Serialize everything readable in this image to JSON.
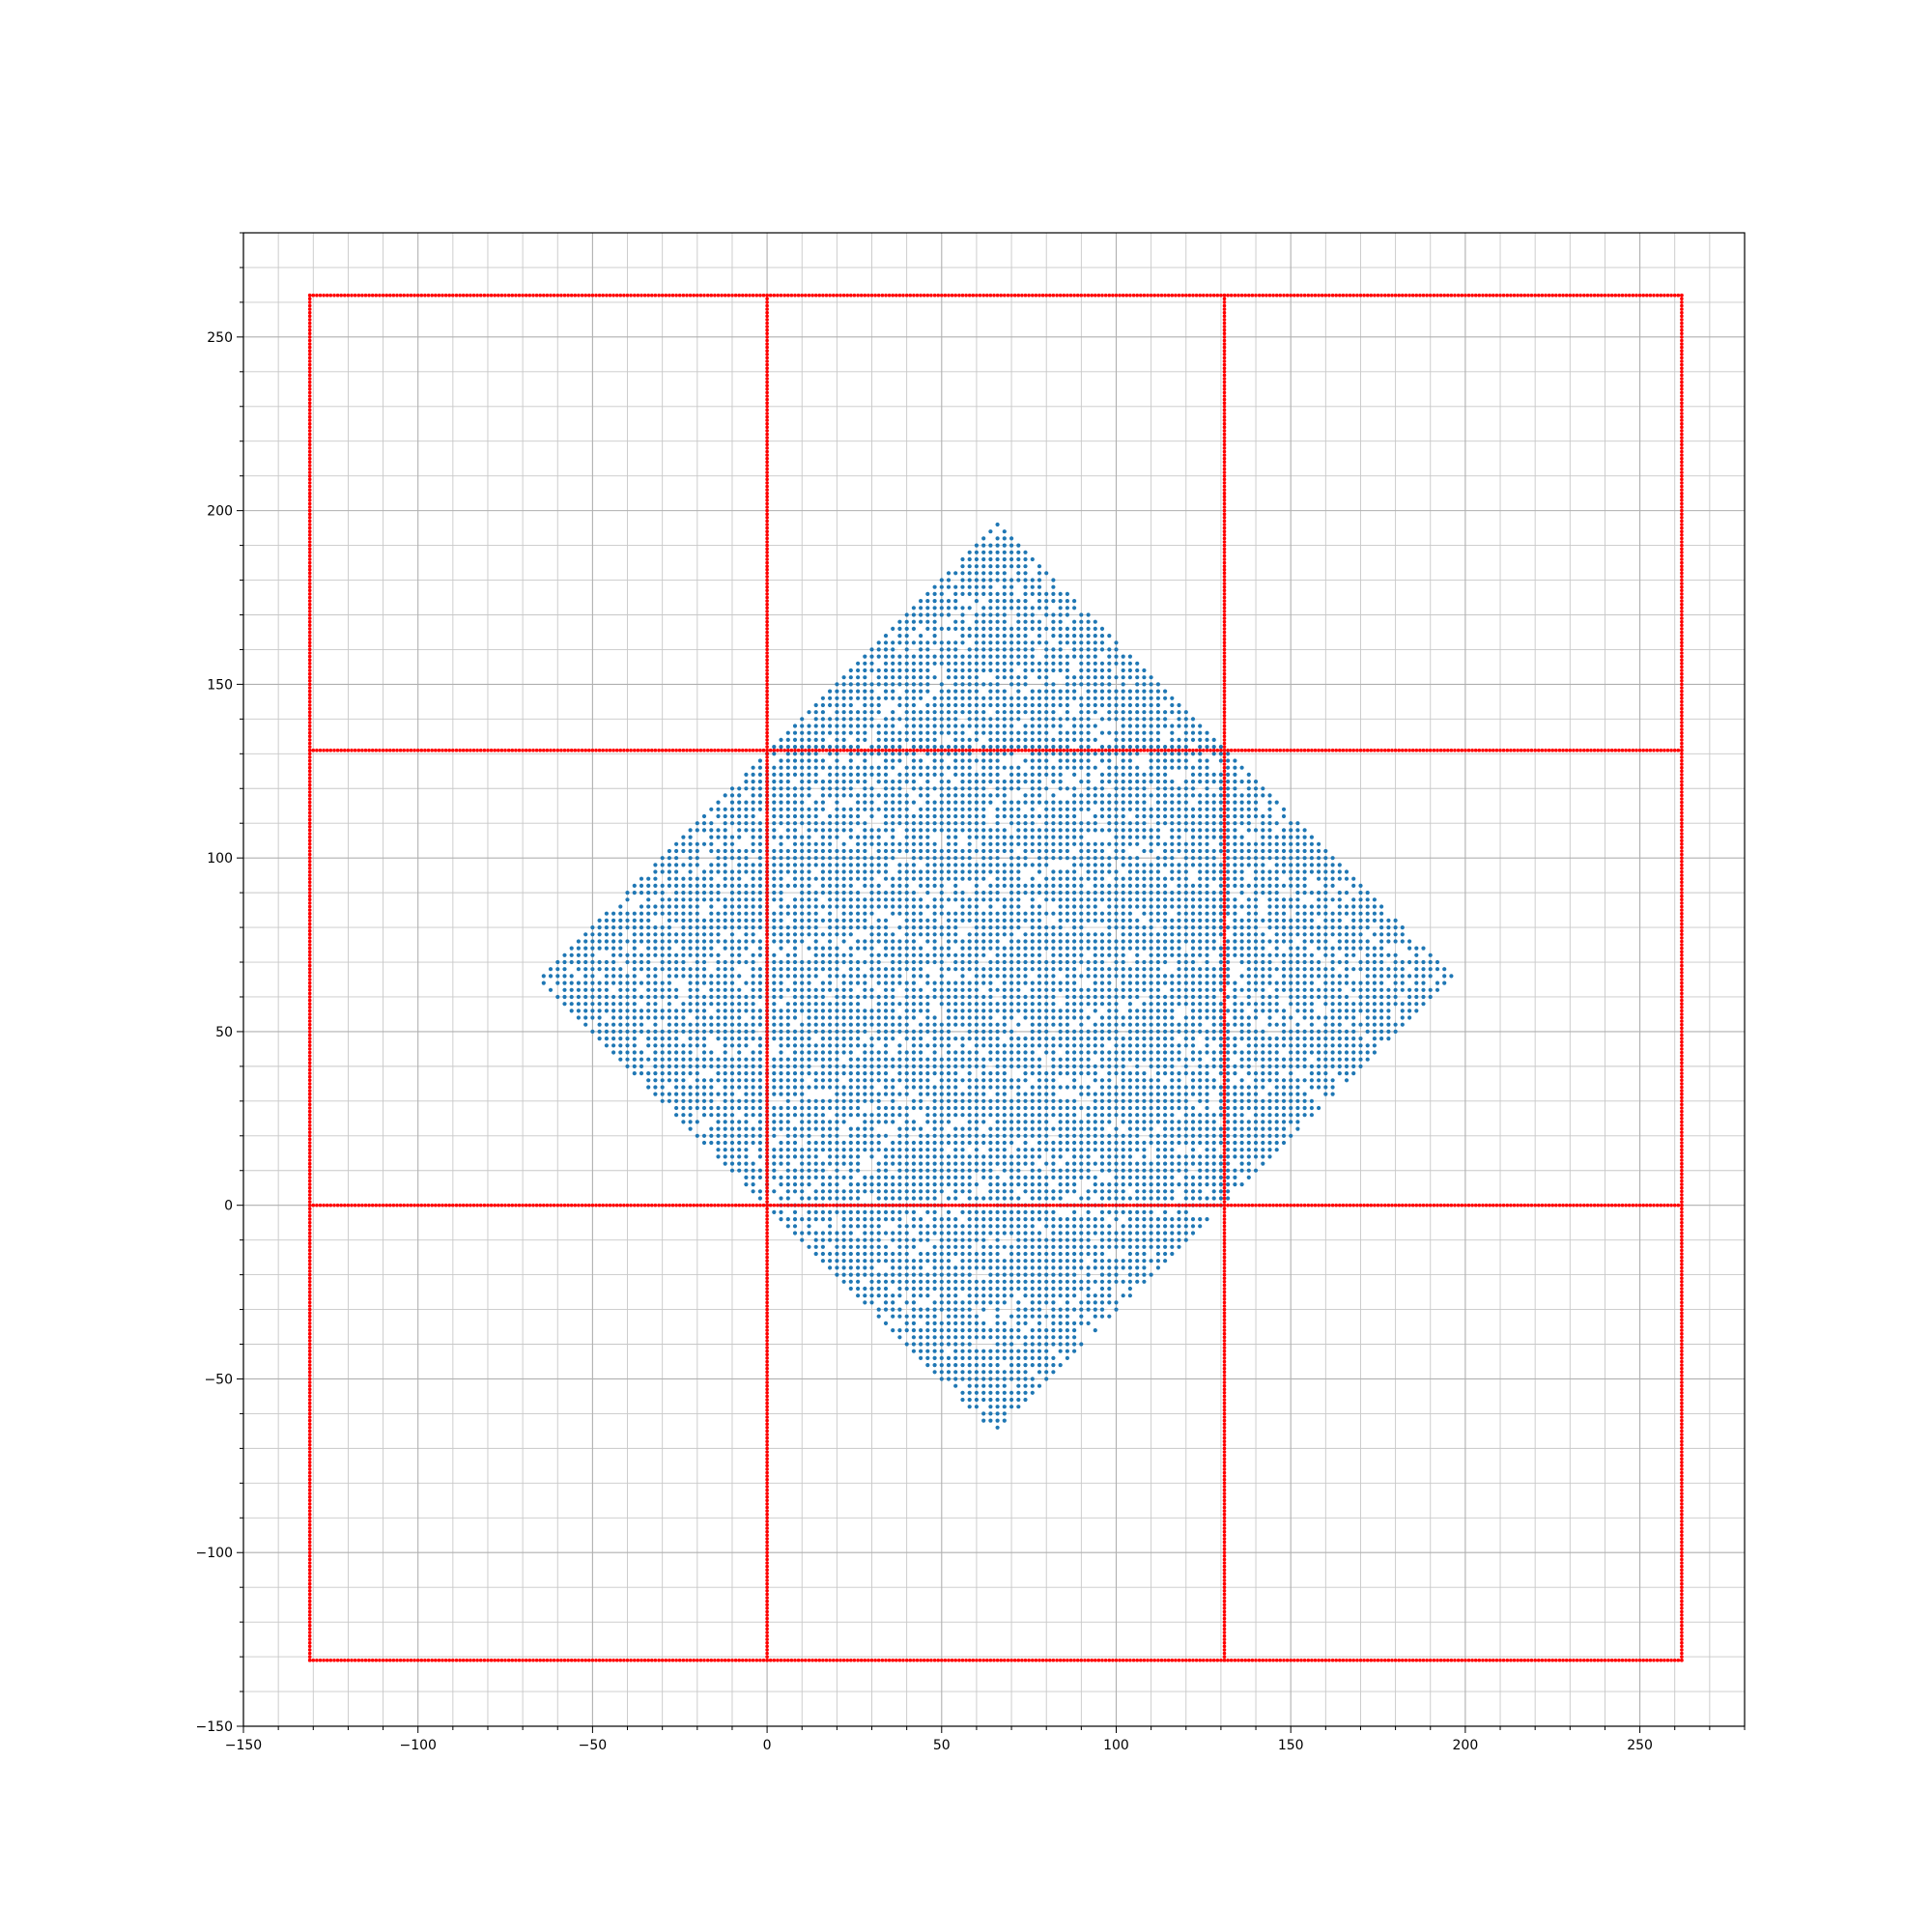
{
  "chart_data": {
    "type": "scatter",
    "title": "",
    "xlabel": "",
    "ylabel": "",
    "xlim": [
      -150,
      280
    ],
    "ylim": [
      -150,
      280
    ],
    "xticks": [
      -150,
      -100,
      -50,
      0,
      50,
      100,
      150,
      200,
      250
    ],
    "yticks": [
      -150,
      -100,
      -50,
      0,
      50,
      100,
      150,
      200,
      250
    ],
    "xtick_labels": [
      "−150",
      "−100",
      "−50",
      "0",
      "50",
      "100",
      "150",
      "200",
      "250"
    ],
    "ytick_labels": [
      "−150",
      "−100",
      "−50",
      "0",
      "50",
      "100",
      "150",
      "200",
      "250"
    ],
    "minor_tick_step": 10,
    "grid": true,
    "series": [
      {
        "color": "#1f77b4",
        "marker": "point",
        "shape": "diamond",
        "center": [
          65.5,
          65.5
        ],
        "half_diagonal": 131,
        "vertices": [
          [
            65.5,
            196.5
          ],
          [
            196.5,
            65.5
          ],
          [
            65.5,
            -65.5
          ],
          [
            -65.5,
            65.5
          ]
        ],
        "point_step": 2,
        "fill_fraction": 0.88
      },
      {
        "color": "#ff0000",
        "marker": "point",
        "shape": "grid-lines",
        "vertical_lines_x": [
          -131,
          0,
          131,
          262
        ],
        "horizontal_lines_y": [
          -131,
          0,
          131,
          262
        ],
        "extent": [
          -131,
          262
        ]
      }
    ]
  }
}
